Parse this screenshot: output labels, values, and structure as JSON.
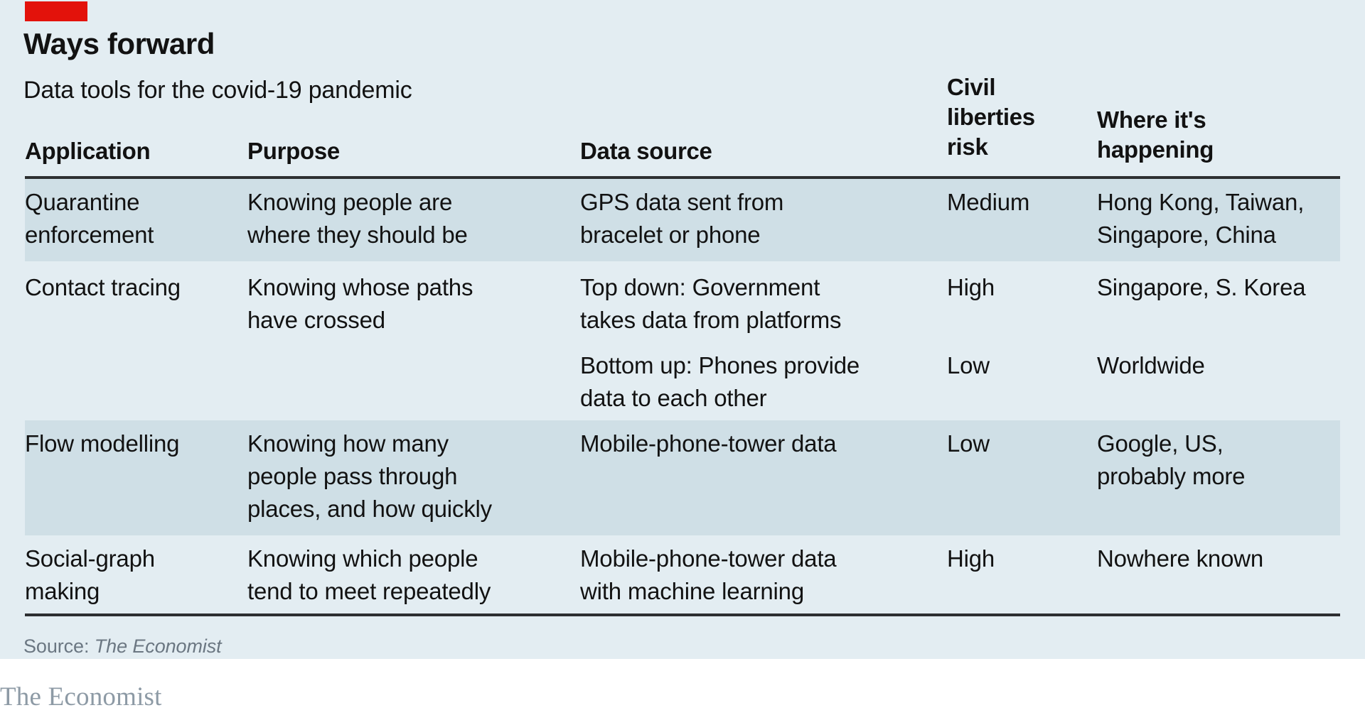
{
  "title": "Ways forward",
  "subtitle": "Data tools for the covid-19 pandemic",
  "source_prefix": "Source: ",
  "source_name": "The Economist",
  "footer_logo": "The Economist",
  "colors": {
    "accent_red": "#e3120b",
    "panel_background": "#e3edf2",
    "row_highlight": "#cfdfe6",
    "rule": "#2d2f31",
    "text": "#121212",
    "source_text": "#6b7782",
    "footer_text": "#8d9aa5"
  },
  "chart_data": {
    "type": "table",
    "title": "Ways forward",
    "subtitle": "Data tools for the covid-19 pandemic",
    "columns": [
      "Application",
      "Purpose",
      "Data source",
      "Civil liberties risk",
      "Where it's happening"
    ],
    "column_headers_display": [
      "Application",
      "Purpose",
      "Data source",
      "Civil\nliberties\nrisk",
      "Where it's\nhappening"
    ],
    "rows": [
      {
        "application": "Quarantine\nenforcement",
        "purpose": "Knowing people are\nwhere they should be",
        "data_source": "GPS data sent from\nbracelet or phone",
        "risk": "Medium",
        "where": "Hong Kong, Taiwan,\nSingapore, China",
        "highlighted": true
      },
      {
        "application": "Contact tracing",
        "purpose": "Knowing whose paths\nhave crossed",
        "data_source": "Top down: Government\ntakes data from platforms",
        "risk": "High",
        "where": "Singapore, S. Korea",
        "highlighted": false
      },
      {
        "application": "",
        "purpose": "",
        "data_source": "Bottom up: Phones provide\ndata to each other",
        "risk": "Low",
        "where": "Worldwide",
        "highlighted": false
      },
      {
        "application": "Flow modelling",
        "purpose": "Knowing how many\npeople pass through\nplaces, and how quickly",
        "data_source": "Mobile-phone-tower data",
        "risk": "Low",
        "where": "Google, US,\nprobably more",
        "highlighted": true
      },
      {
        "application": "Social-graph\nmaking",
        "purpose": "Knowing which people\ntend to meet repeatedly",
        "data_source": "Mobile-phone-tower data\nwith machine learning",
        "risk": "High",
        "where": "Nowhere known",
        "highlighted": false
      }
    ],
    "source": "Source: The Economist"
  }
}
